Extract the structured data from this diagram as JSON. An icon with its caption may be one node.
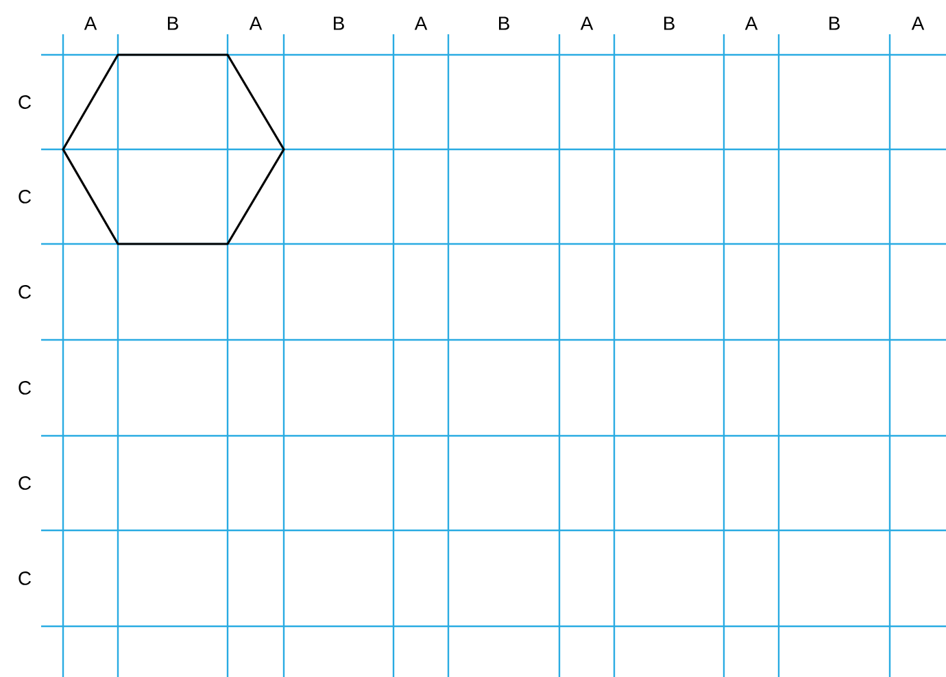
{
  "diagram": {
    "labels": [
      "A",
      "B",
      "A",
      "B",
      "A",
      "B",
      "A",
      "B",
      "A",
      "B",
      "A",
      "C",
      "C",
      "C",
      "C",
      "C",
      "C"
    ]
  }
}
